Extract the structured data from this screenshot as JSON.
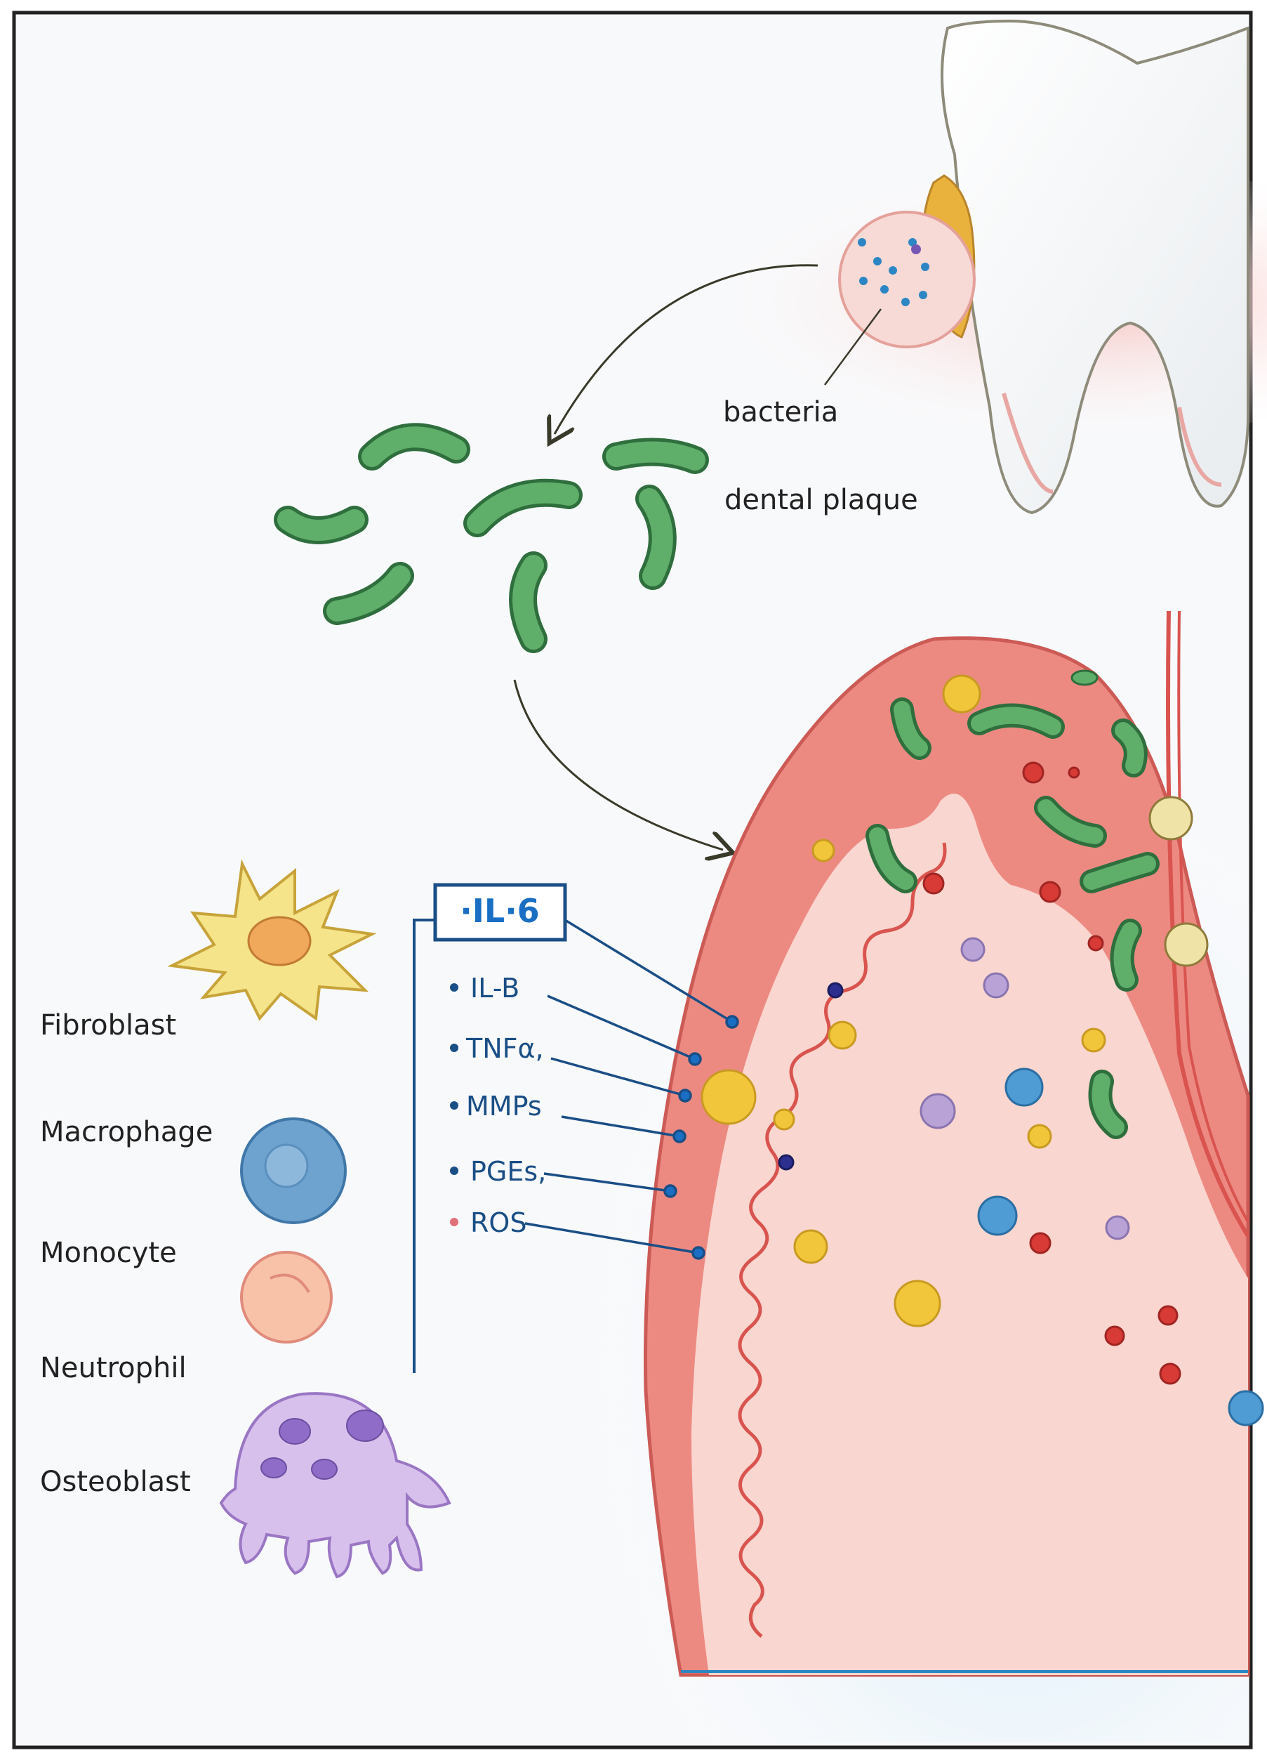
{
  "labels": {
    "bacteria": "bacteria",
    "dental_plaque": "dental plaque"
  },
  "mediators": {
    "header": "·IL·6",
    "items": [
      {
        "text": "IL-B",
        "bullet_color": "#1a4e86"
      },
      {
        "text": "TNFα,",
        "bullet_color": "#1a4e86"
      },
      {
        "text": "MMPs",
        "bullet_color": "#1a4e86"
      },
      {
        "text": "PGEs,",
        "bullet_color": "#1a4e86"
      },
      {
        "text": "ROS",
        "bullet_color": "#e0707a"
      }
    ]
  },
  "cells": [
    {
      "name": "Fibroblast",
      "icon": "fibroblast-icon"
    },
    {
      "name": "Macrophage",
      "icon": "macrophage-icon"
    },
    {
      "name": "Monocyte",
      "icon": "monocyte-icon"
    },
    {
      "name": "Neutrophil",
      "icon": "neutrophil-icon"
    },
    {
      "name": "Osteoblast",
      "icon": "osteoblast-icon"
    }
  ],
  "colors": {
    "bacteria_green": "#4f9a5c",
    "gum_red": "#e8736f",
    "gum_inner": "#f9d6cf",
    "mediator_blue": "#1a4e86",
    "background_blue": "#cfe9f7",
    "plaque_yellow": "#e9b23c"
  }
}
